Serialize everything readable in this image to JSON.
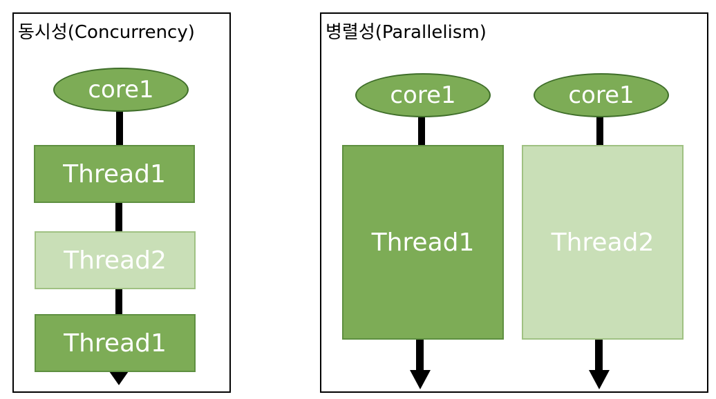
{
  "concurrency": {
    "title": "동시성(Concurrency)",
    "core_label": "core1",
    "threads": [
      "Thread1",
      "Thread2",
      "Thread1"
    ]
  },
  "parallelism": {
    "title": "병렬성(Parallelism)",
    "cores": [
      {
        "label": "core1",
        "thread": "Thread1"
      },
      {
        "label": "core1",
        "thread": "Thread2"
      }
    ]
  },
  "colors": {
    "thread_dark": "#7dac56",
    "thread_light": "#c9dfb7",
    "border": "#000000"
  }
}
